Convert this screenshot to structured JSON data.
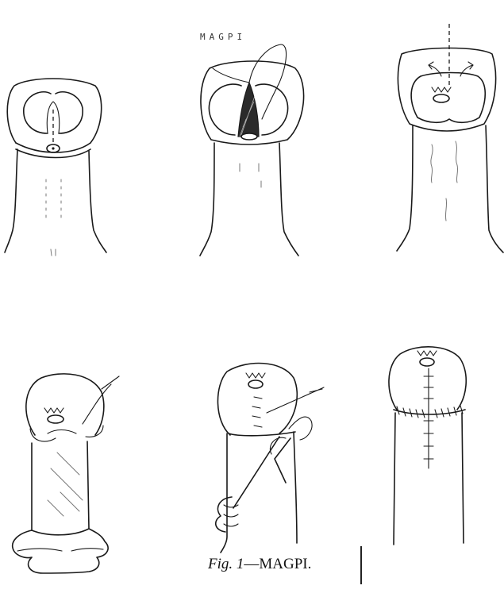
{
  "annotations": {
    "top_label": "MAGPI"
  },
  "caption": {
    "prefix": "Fig.",
    "number": "1",
    "dash": "—",
    "title": "MAGPI."
  },
  "panels": [
    {
      "id": 1,
      "icon": "glans-with-dashed-midline-and-meatus"
    },
    {
      "id": 2,
      "icon": "glans-with-incised-shaded-plate-and-suture"
    },
    {
      "id": 3,
      "icon": "glans-with-arrows-and-sutured-meatus"
    },
    {
      "id": 4,
      "icon": "glans-with-skin-degloved-shaft"
    },
    {
      "id": 5,
      "icon": "glans-with-skin-flap-and-needle"
    },
    {
      "id": 6,
      "icon": "completed-repair-with-suture-lines"
    }
  ]
}
